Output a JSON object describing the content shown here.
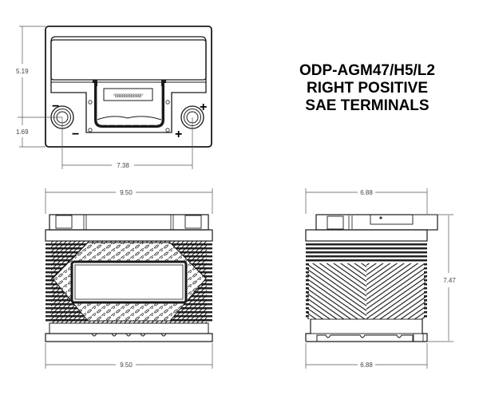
{
  "title": {
    "line1": "ODP-AGM47/H5/L2",
    "line2": "RIGHT POSITIVE",
    "line3": "SAE TERMINALS"
  },
  "top_view": {
    "height_dim": "5.19",
    "terminal_offset_dim": "1.69",
    "terminal_spacing_dim": "7.38",
    "negative_symbol": "−",
    "positive_symbol": "+"
  },
  "front_view": {
    "width_top_dim": "9.50",
    "width_bottom_dim": "9.50"
  },
  "side_view": {
    "width_top_dim": "6.88",
    "width_bottom_dim": "6.88",
    "height_dim": "7.47"
  },
  "colors": {
    "line": "#1a1a1a",
    "dim_line": "#555555",
    "background": "#ffffff"
  }
}
